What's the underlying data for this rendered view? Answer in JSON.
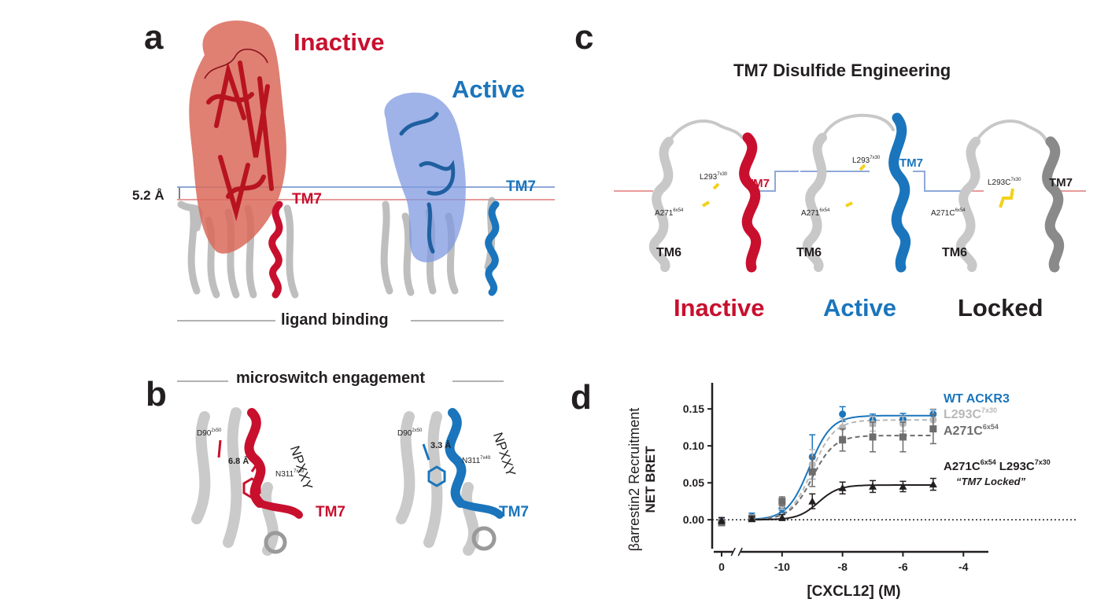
{
  "panel_a": {
    "letter": "a",
    "inactive_label": "Inactive",
    "active_label": "Active",
    "distance_label": "5.2 Å",
    "tm7_red": "TM7",
    "tm7_blue": "TM7",
    "footer_label": "ligand binding"
  },
  "panel_b": {
    "letter": "b",
    "header_label": "microswitch engagement",
    "left": {
      "d_label": "D90",
      "d_sup": "2x50",
      "distance": "6.8 Å",
      "n_label": "N311",
      "n_sup": "7x49",
      "motif": "NPXXY",
      "tm7": "TM7"
    },
    "right": {
      "d_label": "D90",
      "d_sup": "2x50",
      "distance": "3.3 Å",
      "n_label": "N311",
      "n_sup": "7x49",
      "motif": "NPXXY",
      "tm7": "TM7"
    }
  },
  "panel_c": {
    "letter": "c",
    "title": "TM7 Disulfide Engineering",
    "states": [
      {
        "l_label": "L293",
        "l_sup": "7x30",
        "a_label": "A271",
        "a_sup": "6x54",
        "tm6": "TM6",
        "tm7": "TM7",
        "name": "Inactive"
      },
      {
        "l_label": "L293",
        "l_sup": "7x30",
        "a_label": "A271",
        "a_sup": "6x54",
        "tm6": "TM6",
        "tm7": "TM7",
        "name": "Active"
      },
      {
        "l_label": "L293C",
        "l_sup": "7x30",
        "a_label": "A271C",
        "a_sup": "6x54",
        "tm6": "TM6",
        "tm7": "TM7",
        "name": "Locked"
      }
    ]
  },
  "panel_d": {
    "letter": "d"
  },
  "colors": {
    "inactive": "#c8102e",
    "active": "#1a75bc",
    "grey": "#9a9a9a",
    "dark": "#231f20",
    "yellow": "#f2d21b"
  },
  "chart_data": {
    "type": "scatter",
    "xlabel": "[CXCL12] (M)",
    "ylabel": "βarrestin2 Recruitment",
    "ylabel2": "NET BRET",
    "x_ticks": [
      "0",
      "-10",
      "-8",
      "-6",
      "-4"
    ],
    "y_ticks": [
      "0.00",
      "0.05",
      "0.10",
      "0.15"
    ],
    "ylim": [
      -0.02,
      0.18
    ],
    "xlim": [
      -12,
      -3.2
    ],
    "x_zero_position": -12,
    "x": [
      -11,
      -10,
      -9,
      -8,
      -7,
      -6,
      -5
    ],
    "series": [
      {
        "name": "WT ACKR3",
        "name_sup": "",
        "color": "#1a75bc",
        "marker": "circle",
        "dash": false,
        "zero_value": -0.002,
        "values": [
          0.004,
          0.015,
          0.085,
          0.143,
          0.135,
          0.136,
          0.143
        ],
        "errors": [
          0.005,
          0.005,
          0.03,
          0.01,
          0.008,
          0.008,
          0.006
        ],
        "fit": {
          "bottom": 0.0,
          "top": 0.141,
          "logec50": -9.1,
          "hill": 1.2
        }
      },
      {
        "name": "L293C",
        "name_sup": "7x30",
        "color": "#b8b8b8",
        "marker": "circle",
        "dash": true,
        "zero_value": -0.003,
        "values": [
          0.003,
          0.02,
          0.075,
          0.125,
          0.13,
          0.13,
          0.135
        ],
        "errors": [
          0.004,
          0.006,
          0.02,
          0.012,
          0.01,
          0.01,
          0.015
        ],
        "fit": {
          "bottom": 0.0,
          "top": 0.135,
          "logec50": -9.0,
          "hill": 1.2
        }
      },
      {
        "name": "A271C",
        "name_sup": "6x54",
        "color": "#6d6d6d",
        "marker": "square",
        "dash": true,
        "zero_value": -0.004,
        "values": [
          0.002,
          0.025,
          0.065,
          0.108,
          0.112,
          0.112,
          0.123
        ],
        "errors": [
          0.004,
          0.006,
          0.02,
          0.015,
          0.02,
          0.02,
          0.02
        ],
        "fit": {
          "bottom": 0.0,
          "top": 0.114,
          "logec50": -9.0,
          "hill": 1.2
        }
      },
      {
        "name": "A271C",
        "name_sup": "6x54",
        "name2": "L293C",
        "name2_sup": "7x30",
        "subtitle": "“TM7 Locked”",
        "color": "#231f20",
        "marker": "triangle",
        "dash": false,
        "zero_value": -0.001,
        "values": [
          0.001,
          0.003,
          0.025,
          0.043,
          0.045,
          0.045,
          0.048
        ],
        "errors": [
          0.003,
          0.004,
          0.01,
          0.008,
          0.008,
          0.007,
          0.008
        ],
        "fit": {
          "bottom": 0.0,
          "top": 0.047,
          "logec50": -8.8,
          "hill": 1.3
        }
      }
    ]
  }
}
